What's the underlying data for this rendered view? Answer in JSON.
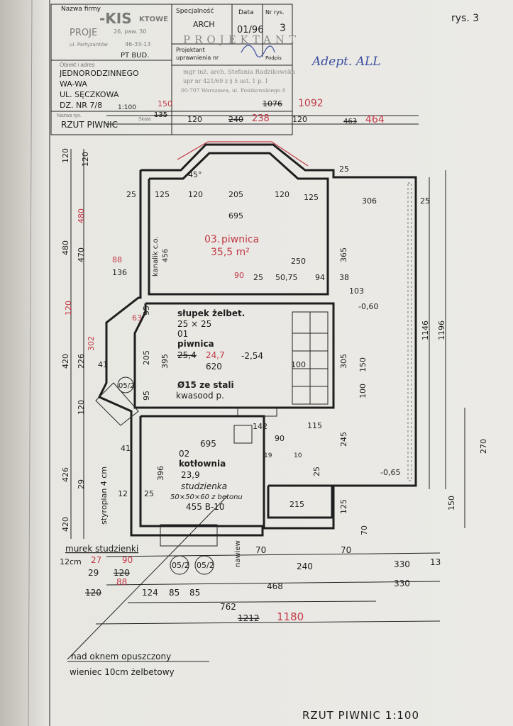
{
  "sheet_label": "rys. 3",
  "title_block": {
    "company_label": "Nazwa firmy",
    "stamp": [
      "-KIS",
      "KTOWE",
      "PROJE",
      "26, paw. 30",
      "ul. Partyzantów",
      "46-33-13"
    ],
    "specialty_label": "Specjalność",
    "specialty_value": "ARCH",
    "date_label": "Data",
    "date_value": "01/96",
    "drawing_no_label": "Nr rys.",
    "drawing_no_value": "3",
    "designer_stamp": "PROJEKTANT",
    "designer_label": "Projektant",
    "license_label": "uprawnienia nr",
    "signature_label": "Podpis",
    "designer_name": "mgr inż. arch. Stefania Radzikowska",
    "designer_license": "upr nr 421/69 z § 5 ust. 1 p. 1",
    "designer_address": "00-707 Warszawa, ul. Ponikowskiego 8",
    "object_label": "Obiekt i adres",
    "object_lines": [
      "PT BUD.",
      "JEDNORODZINNEGO",
      "WA-WA",
      "UL. SĘCZKOWA",
      "DZ. NR 7/8"
    ],
    "scale_label": "Skala",
    "scale_value": "1:100",
    "drawing_name_label": "Nazwa rys.",
    "drawing_name_value": "RZUT PIWNIC",
    "adept_note": "Adept. ALL"
  },
  "top_dimensions": {
    "d1_old": "1076",
    "d1_new": "1092",
    "d2_old": "135",
    "d2_new": "150",
    "d3": "120",
    "d4_old": "240",
    "d4_new": "238",
    "d5": "120",
    "d6_old": "463",
    "d6_new": "464"
  },
  "rooms": [
    {
      "number": "03.",
      "name": "piwnica",
      "area": "35,5 m²"
    },
    {
      "number": "01",
      "name": "piwnica",
      "area_old": "25,4",
      "area_new": "24,7",
      "width": "620",
      "level": "-2,54"
    },
    {
      "number": "02",
      "name": "kotłownia",
      "area": "23,9",
      "width": "695"
    }
  ],
  "labels": {
    "column": "słupek żelbet.",
    "column_size": "25 × 25",
    "chimney": "Ø15 ze stali",
    "chimney2": "kwasood p.",
    "well": "studzienka",
    "well_size": "50×50×60 z betonu",
    "well_b": "455 B-10",
    "sewer": "kanalik c.o.",
    "sewer_size": "456",
    "styro": "styropian 4 cm",
    "wall_note": "murek studzienki",
    "wall_note2": "12cm",
    "lintel_note": "nad oknem opuszczony",
    "lintel_note2": "wieniec 10cm żelbetowy",
    "canopy": "nawiew",
    "level_right1": "-0,60",
    "level_right2": "-0,65",
    "angle": "45°",
    "window_tag": "05/2",
    "title": "RZUT PIWNIC 1:100"
  },
  "dimensions": {
    "row_a": [
      "25",
      "125",
      "120",
      "205",
      "120",
      "125",
      "25",
      "306",
      "25"
    ],
    "overall_top": "695",
    "d250": "250",
    "d90": "90",
    "d25": "25",
    "d50_75": "50,75",
    "d94": "94",
    "d38": "38",
    "d103": "103",
    "d100": "100",
    "left_outer": [
      "120",
      "120",
      "480",
      "470",
      "420",
      "426",
      "29",
      "420",
      "120",
      "226"
    ],
    "left_red": [
      "480",
      "88",
      "302",
      "120"
    ],
    "mid": [
      "395",
      "205",
      "95",
      "95",
      "41",
      "63",
      "41",
      "12",
      "25",
      "136",
      "88",
      "396"
    ],
    "right": [
      "1196",
      "1146",
      "365",
      "305",
      "150",
      "100",
      "270",
      "150",
      "245",
      "115",
      "142",
      "90",
      "215",
      "125",
      "70",
      "25",
      "19",
      "10"
    ],
    "bottom1": [
      "29",
      "120",
      "240",
      "330",
      "13"
    ],
    "bottom2": [
      "120",
      "124",
      "85",
      "85",
      "468",
      "330"
    ],
    "bottom3": "762",
    "total_old": "1212",
    "total_new": "1180",
    "red_bottom": [
      "27",
      "90",
      "88"
    ],
    "bottom_small": [
      "70",
      "70"
    ]
  }
}
